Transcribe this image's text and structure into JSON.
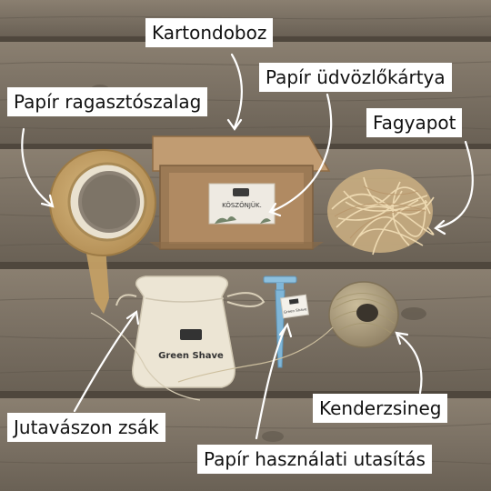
{
  "labels": {
    "box": "Kartondoboz",
    "card": "Papír üdvözlőkártya",
    "tape": "Papír ragasztószalag",
    "woodwool": "Fagyapot",
    "twine": "Kenderzsineg",
    "pouch": "Jutavászon zsák",
    "instructions": "Papír használati utasítás"
  },
  "products": {
    "card_text": "KÖSZÖNJÜK.",
    "pouch_brand": "Green Shave",
    "tag_brand": "Green Shave"
  },
  "colors": {
    "wood_dark": "#4f473d",
    "wood_mid": "#7a7063",
    "wood_light": "#958a7b",
    "cardboard": "#b7926a",
    "tape": "#c8a76e",
    "woodwool": "#e4cba1",
    "jute": "#ece5d4",
    "razor": "#7fb6d8",
    "twine": "#b3a382",
    "label_bg": "#ffffff"
  }
}
